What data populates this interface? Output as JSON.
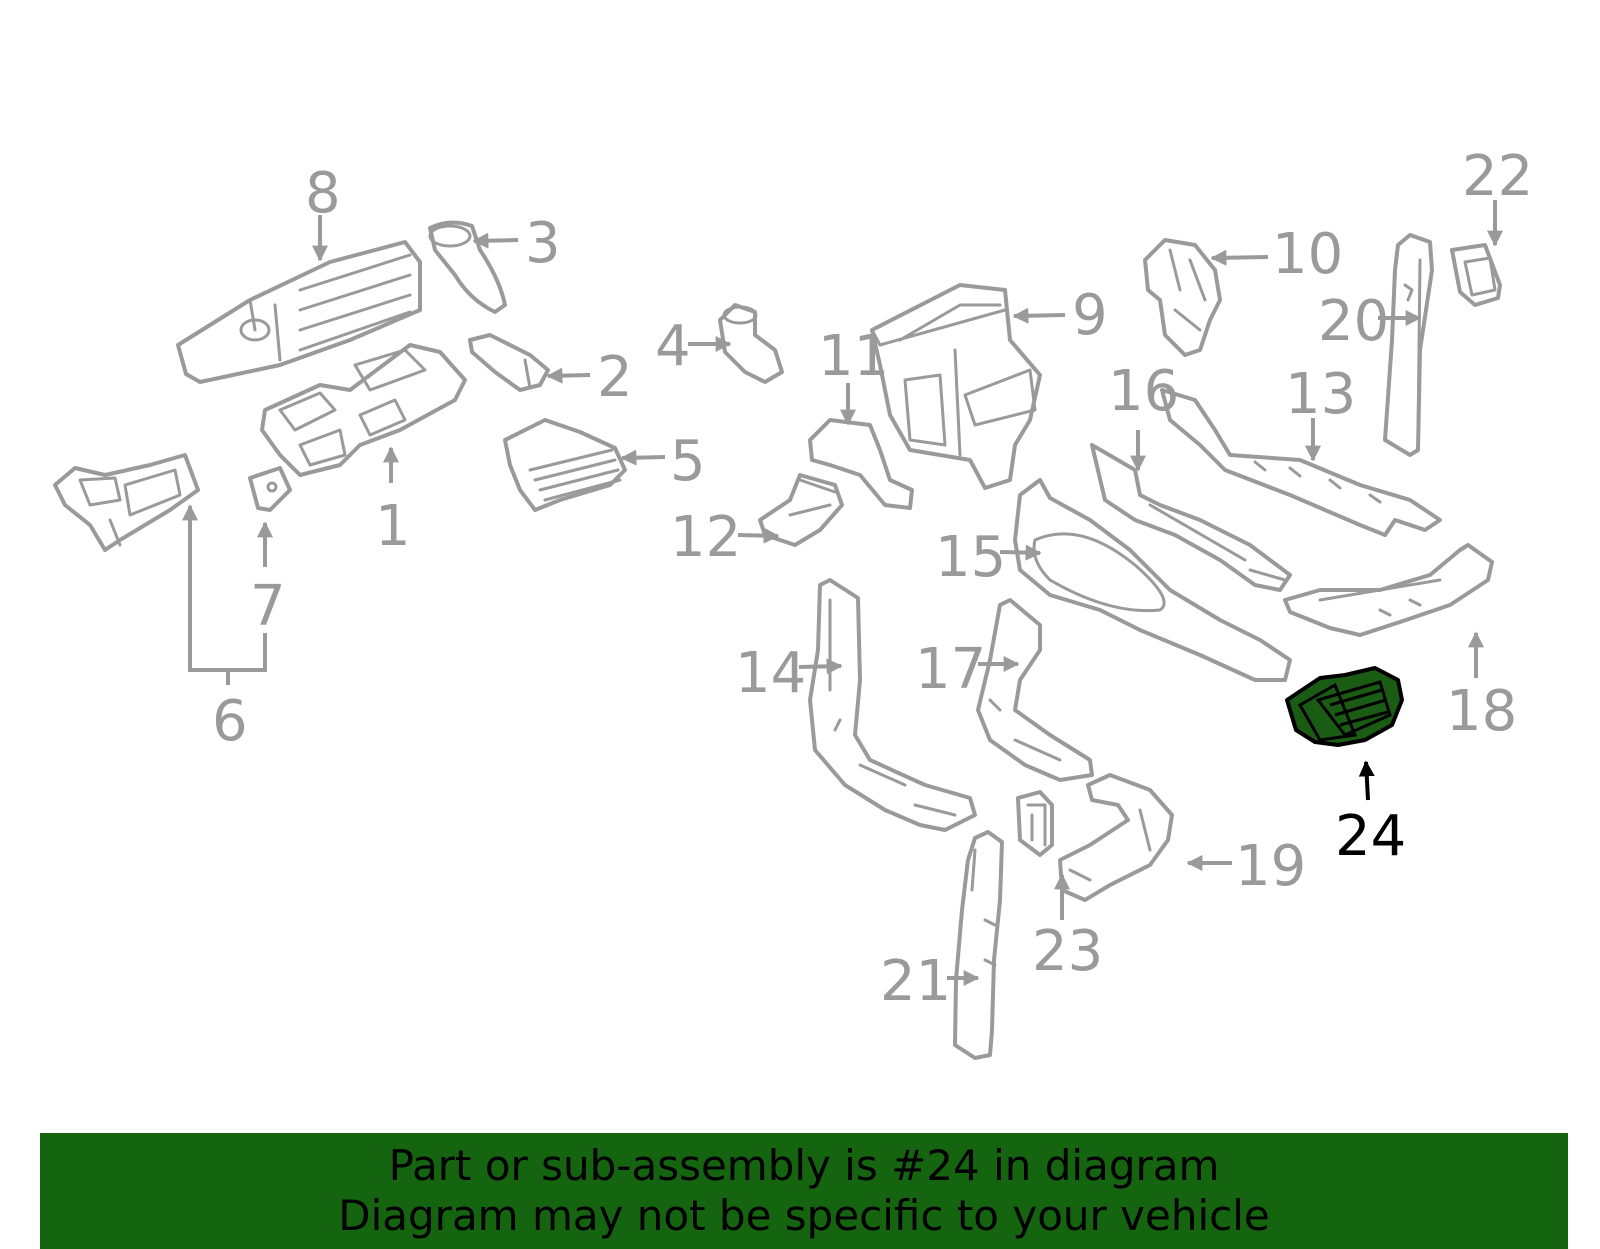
{
  "callouts": {
    "c1": "1",
    "c2": "2",
    "c3": "3",
    "c4": "4",
    "c5": "5",
    "c6": "6",
    "c7": "7",
    "c8": "8",
    "c9": "9",
    "c10": "10",
    "c11": "11",
    "c12": "12",
    "c13": "13",
    "c14": "14",
    "c15": "15",
    "c16": "16",
    "c17": "17",
    "c18": "18",
    "c19": "19",
    "c20": "20",
    "c21": "21",
    "c22": "22",
    "c23": "23",
    "c24": "24"
  },
  "highlighted_part": "24",
  "banner": {
    "line1": "Part or sub-assembly is #24 in diagram",
    "line2": "Diagram may not be specific to your vehicle"
  },
  "colors": {
    "part_stroke": "#9a9a9a",
    "highlight_fill": "#1a5c14",
    "banner_bg": "#146410",
    "text_highlight": "#000000"
  }
}
